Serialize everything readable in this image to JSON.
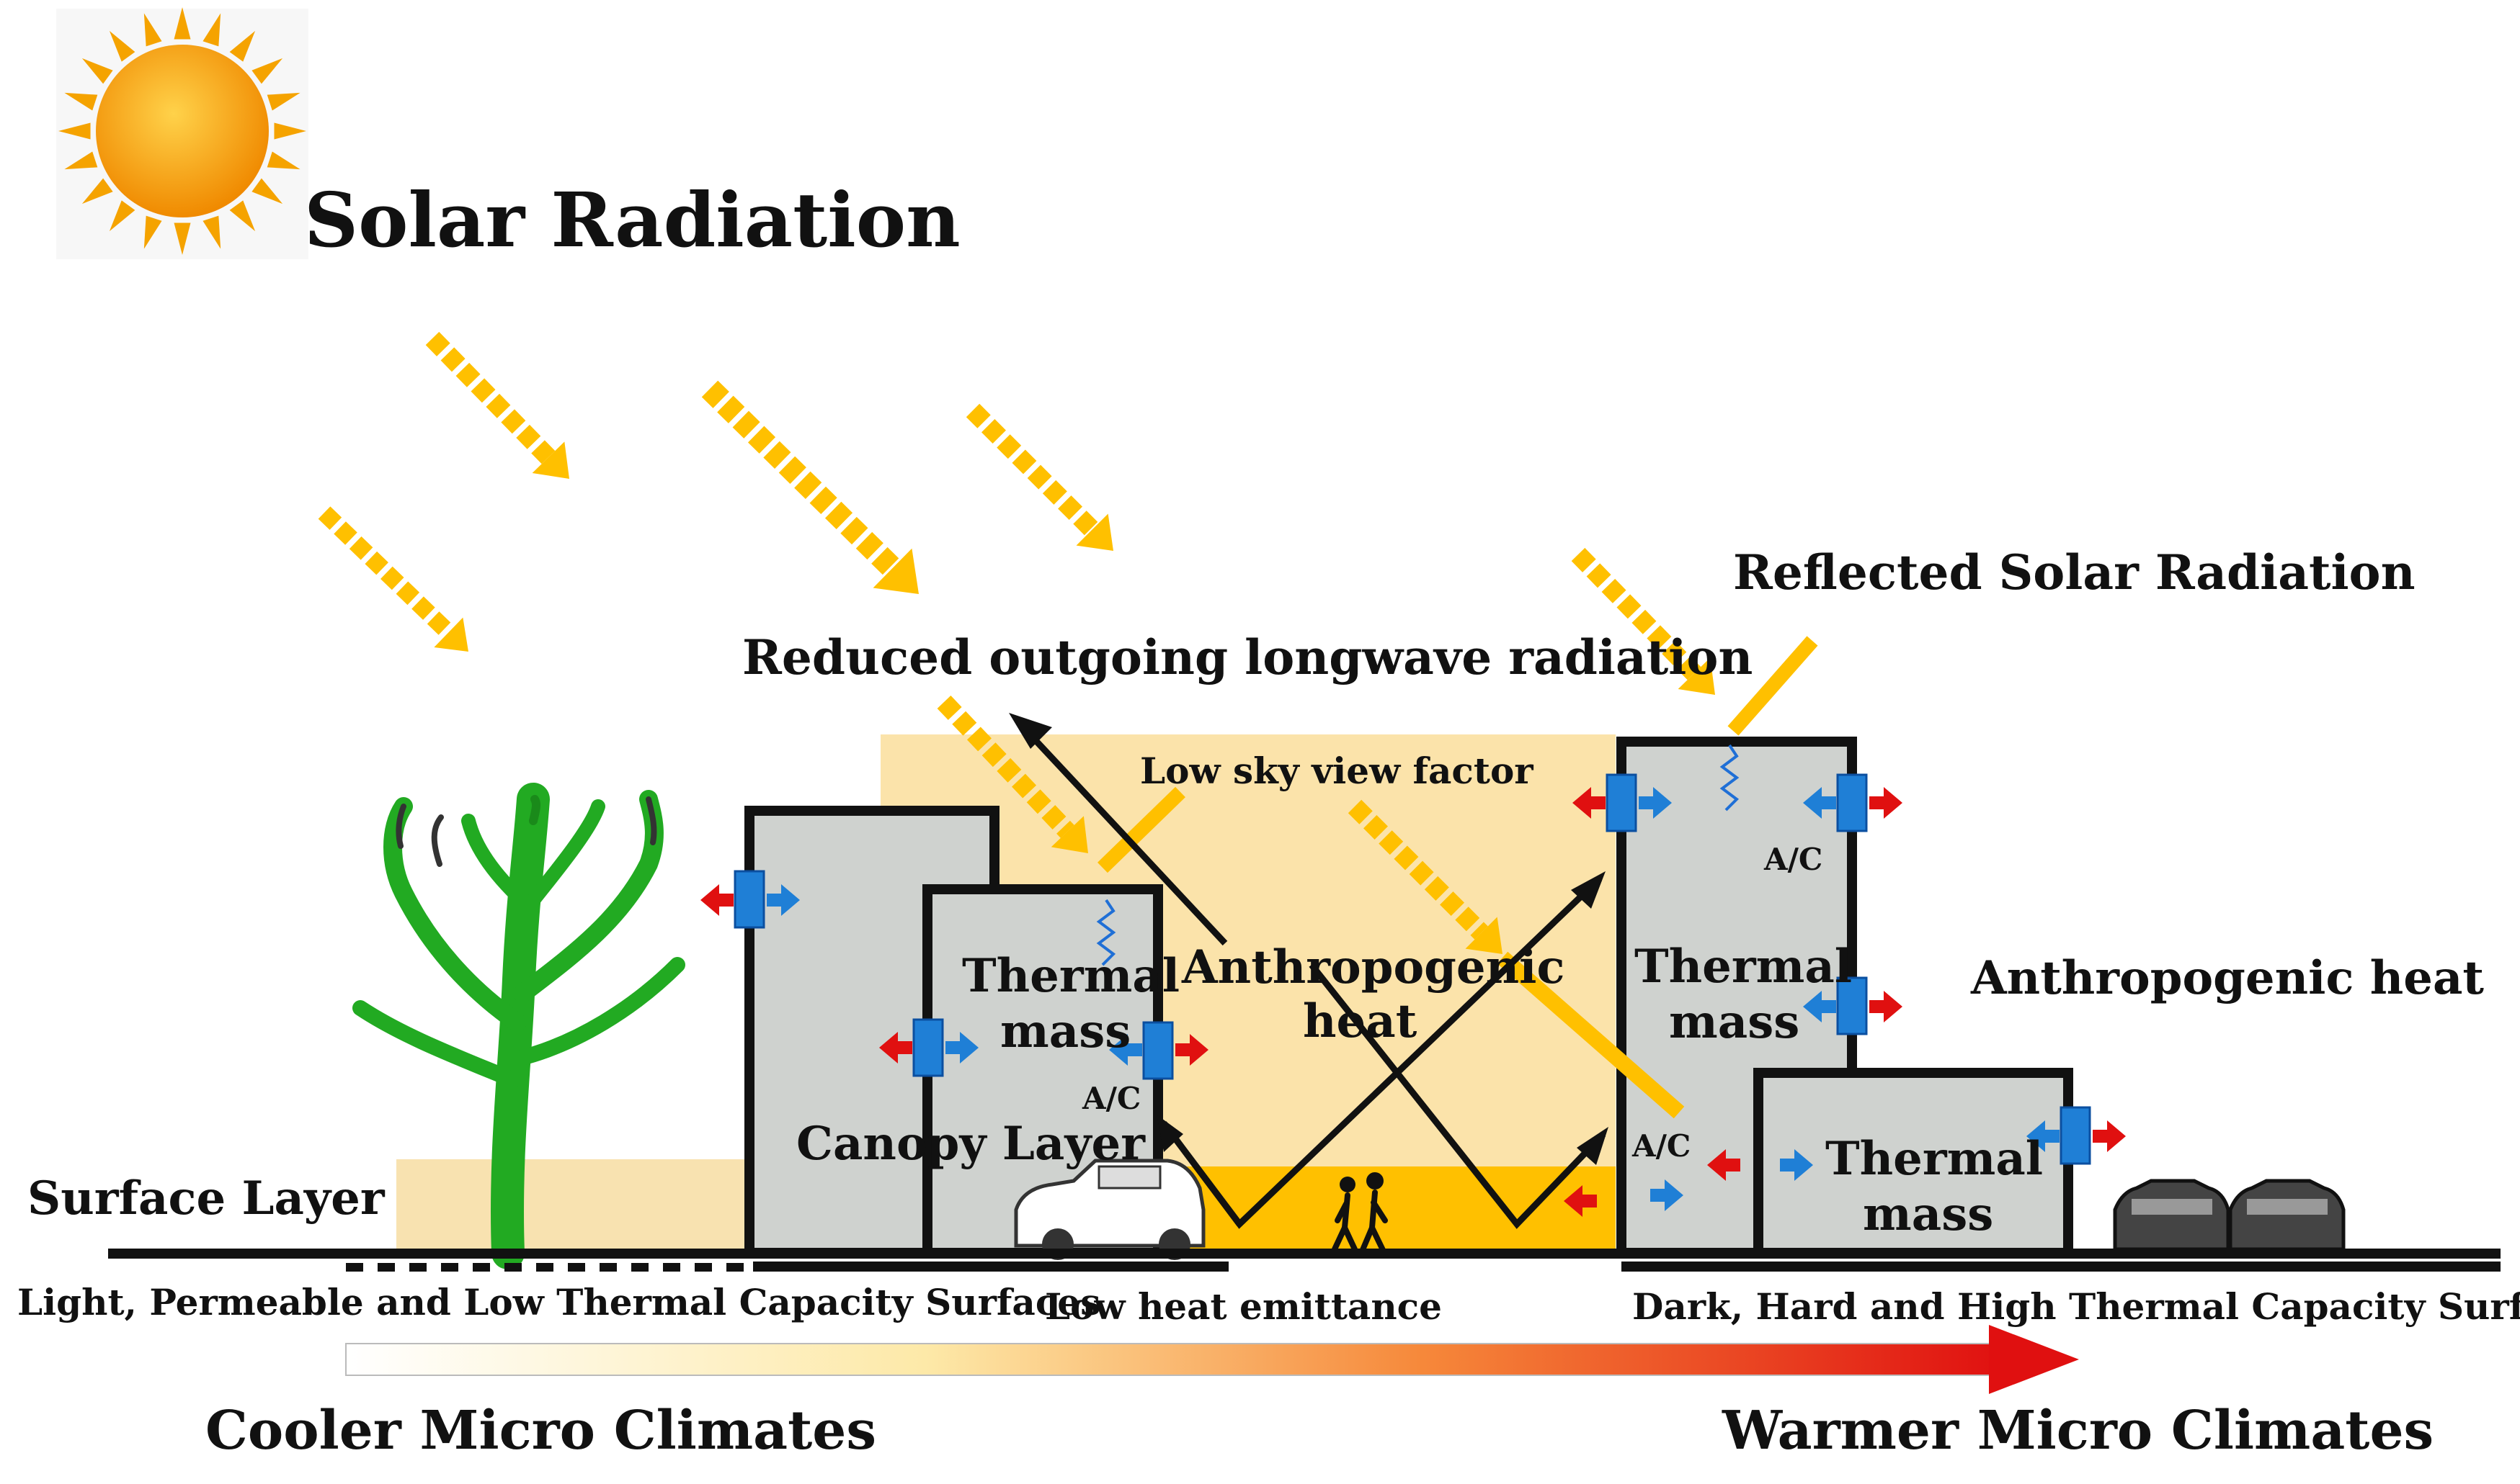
{
  "diagram": {
    "title": "Solar Radiation",
    "labels": {
      "reflected": "Reflected Solar Radiation",
      "reduced_longwave": "Reduced outgoing longwave radiation",
      "low_sky_view": "Low sky view factor",
      "anthropogenic_center_1": "Anthropogenic",
      "anthropogenic_center_2": "heat",
      "anthropogenic_right": "Anthropogenic heat",
      "thermal_1": "Thermal",
      "thermal_2": "mass",
      "ac": "A/C",
      "canopy": "Canopy Layer",
      "surface_layer": "Surface Layer",
      "light_surfaces": "Light, Permeable and Low Thermal Capacity Surfaces",
      "low_heat": "Low heat emittance",
      "dark_surfaces": "Dark, Hard and High Thermal Capacity Surfaces",
      "cooler": "Cooler Micro Climates",
      "warmer": "Warmer Micro Climates"
    },
    "colors": {
      "sun": "#f5a300",
      "ray": "#ffc000",
      "building": "#cfd2cf",
      "canyon": "#fbe3aa",
      "hot_ground": "#ffc000",
      "tree": "#22aa22",
      "cool_arrow": "#1f7fd6",
      "heat_arrow": "#e01010"
    },
    "icons": [
      "sun-icon",
      "tree-icon",
      "car-icon",
      "pedestrians-icon",
      "ac-unit-icon"
    ]
  }
}
